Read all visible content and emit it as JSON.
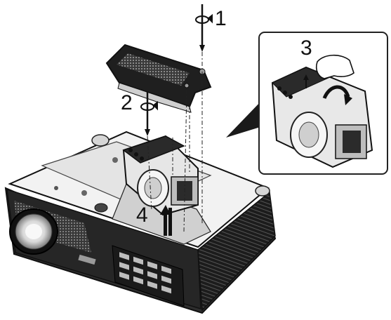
{
  "steps": {
    "one": "1",
    "two": "2",
    "three": "3",
    "four": "4"
  },
  "icons": [
    "screwdriver-icon",
    "rotate-icon",
    "lift-arrow-icon",
    "lever-arrow-icon"
  ],
  "colors": {
    "ink": "#111111",
    "body_light": "#f4f4f4",
    "body_mid": "#d8d8d8",
    "body_dark": "#3a3a3a",
    "inset_border": "#222222"
  }
}
